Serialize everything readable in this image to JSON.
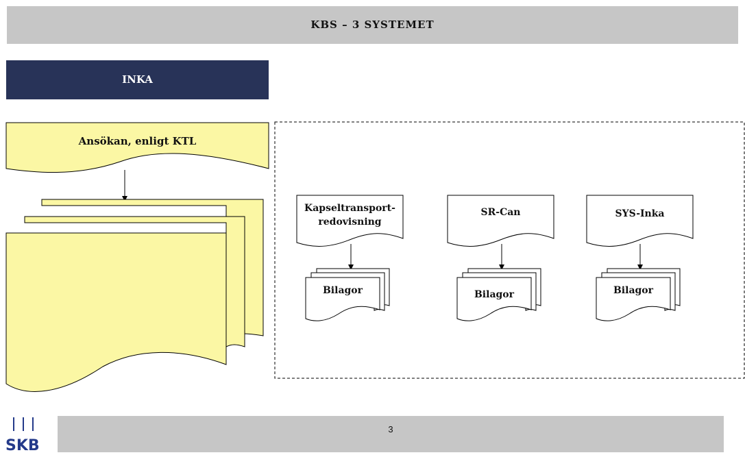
{
  "header": {
    "title": "KBS – 3 SYSTEMET"
  },
  "section": {
    "title": "INKA"
  },
  "main_doc": {
    "label": "Ansökan, enligt KTL"
  },
  "sub_docs": [
    {
      "label_lines": [
        "Kapseltransport-",
        "redovisning"
      ],
      "attachments_label": "Bilagor"
    },
    {
      "label_lines": [
        "SR-Can"
      ],
      "attachments_label": "Bilagor"
    },
    {
      "label_lines": [
        "SYS-Inka"
      ],
      "attachments_label": "Bilagor"
    }
  ],
  "footer": {
    "page_number": "3",
    "logo_text": "SKB"
  },
  "colors": {
    "doc_fill": "#fbf7a4",
    "section_fill": "#283358",
    "bar_fill": "#c6c6c6",
    "logo_blue": "#243a8a"
  }
}
